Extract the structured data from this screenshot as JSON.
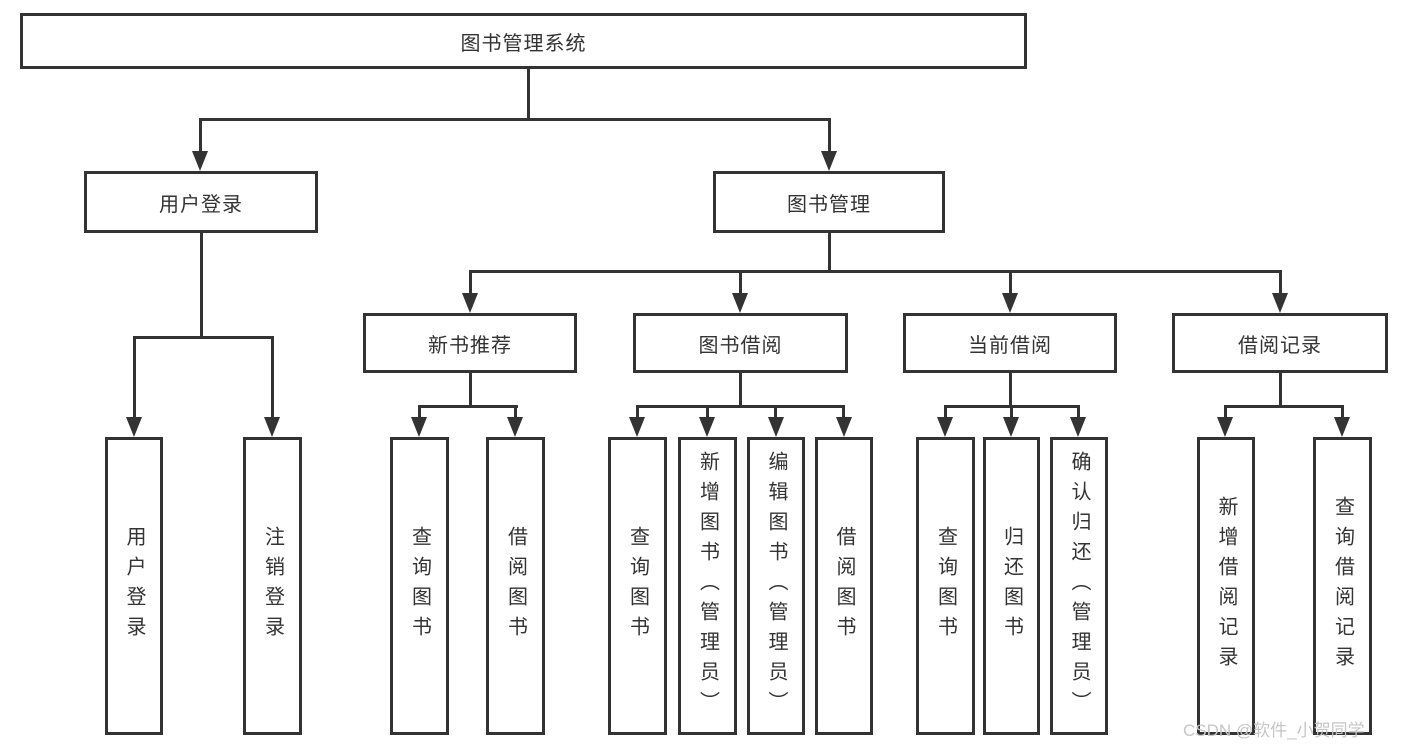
{
  "diagram_title": "图书管理系统",
  "nodes": {
    "root": "图书管理系统",
    "level2": [
      "用户登录",
      "图书管理"
    ],
    "level3": [
      "新书推荐",
      "图书借阅",
      "当前借阅",
      "借阅记录"
    ],
    "leaves": [
      "用户登录",
      "注销登录",
      "查询图书",
      "借阅图书",
      "查询图书",
      "新增图书（管理员）",
      "编辑图书（管理员）",
      "借阅图书",
      "查询图书",
      "归还图书",
      "确认归还（管理员）",
      "新增借阅记录",
      "查询借阅记录"
    ]
  },
  "watermark": {
    "text": "CSDN @软件_小贺同学",
    "color": "#c6c6c6"
  },
  "colors": {
    "line": "#333333",
    "text": "#333333",
    "background": "#ffffff"
  }
}
